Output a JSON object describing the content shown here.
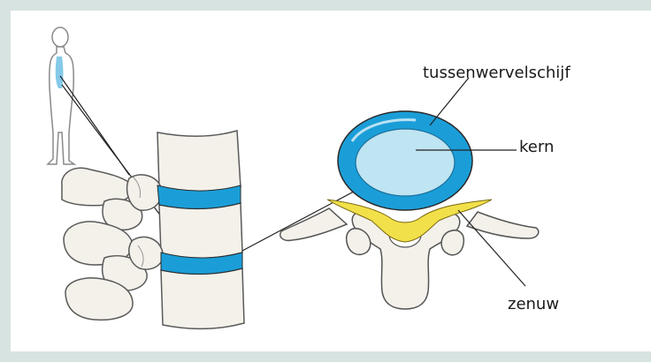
{
  "labels": {
    "disc": "tussenwervelschijf",
    "nucleus": "kern",
    "nerve": "zenuw"
  },
  "colors": {
    "background": "#d7e3e1",
    "disc_blue": "#1b9ed8",
    "nucleus_fill": "#bfe4f2",
    "bone": "#f3f1ea",
    "bone_outline": "#444444",
    "nerve_yellow": "#f2e04a"
  },
  "icons": {
    "human_figure": "human-silhouette-icon"
  }
}
